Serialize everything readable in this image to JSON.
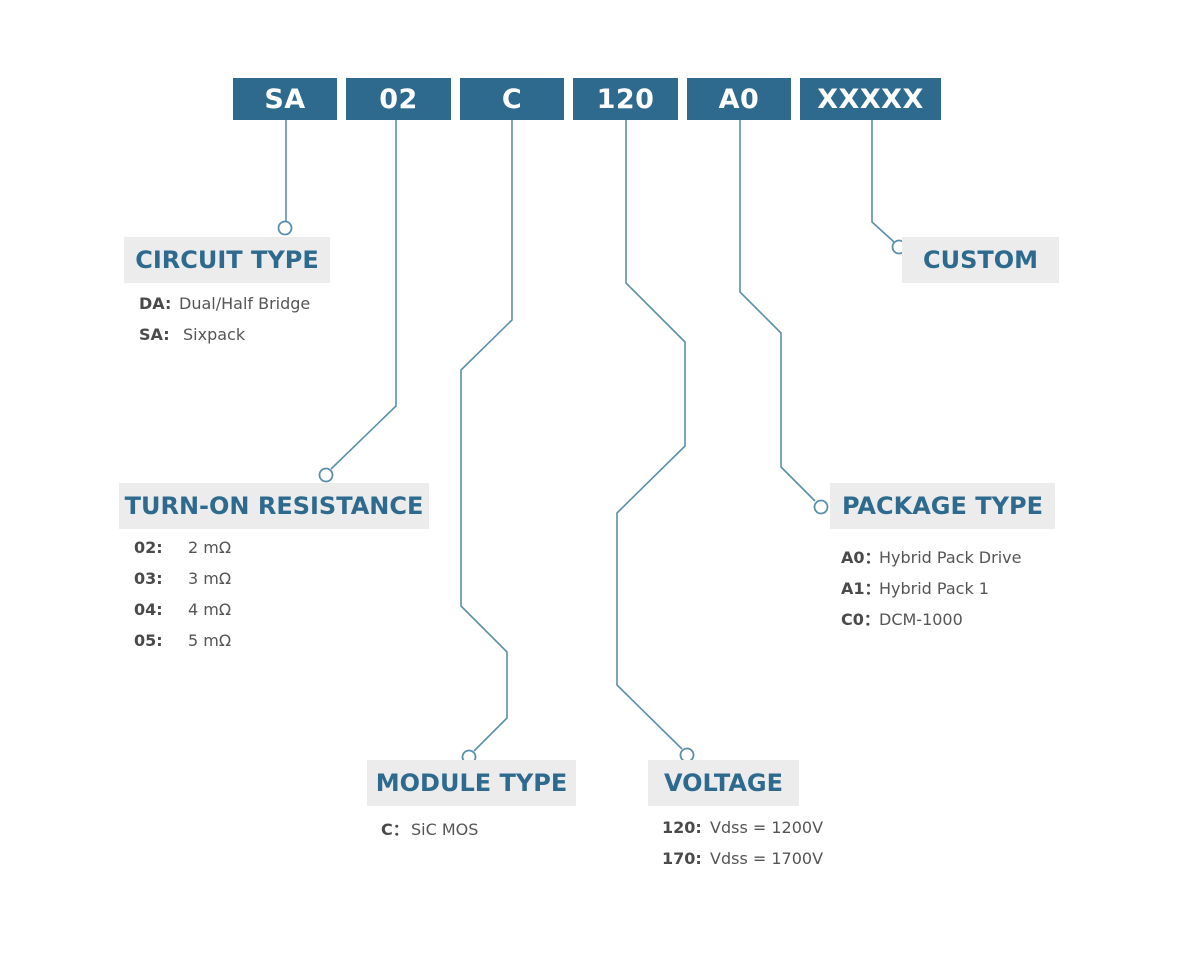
{
  "code_segments": [
    "SA",
    "02",
    "C",
    "120",
    "A0",
    "XXXXX"
  ],
  "colors": {
    "primary": "#2d6a8d",
    "line": "#5a8fab",
    "section_bg": "#ececec",
    "text": "#555555"
  },
  "sections": {
    "circuit_type": {
      "title": "CIRCUIT TYPE",
      "items": [
        {
          "key": "DA:",
          "value": "Dual/Half Bridge"
        },
        {
          "key": "SA:",
          "value": "Sixpack"
        }
      ]
    },
    "turn_on_resistance": {
      "title": "TURN-ON RESISTANCE",
      "items": [
        {
          "key": "02:",
          "value": "2 mΩ"
        },
        {
          "key": "03:",
          "value": "3 mΩ"
        },
        {
          "key": "04:",
          "value": "4 mΩ"
        },
        {
          "key": "05:",
          "value": "5 mΩ"
        }
      ]
    },
    "module_type": {
      "title": "MODULE TYPE",
      "items": [
        {
          "key": "C：",
          "value": "SiC MOS"
        }
      ]
    },
    "voltage": {
      "title": "VOLTAGE",
      "items": [
        {
          "key": "120:",
          "value": "Vdss = 1200V"
        },
        {
          "key": "170:",
          "value": "Vdss = 1700V"
        }
      ]
    },
    "package_type": {
      "title": "PACKAGE TYPE",
      "items": [
        {
          "key": "A0：",
          "value": "Hybrid Pack Drive"
        },
        {
          "key": "A1：",
          "value": "Hybrid Pack 1"
        },
        {
          "key": "C0：",
          "value": "DCM-1000"
        }
      ]
    },
    "custom": {
      "title": "CUSTOM",
      "items": []
    }
  }
}
